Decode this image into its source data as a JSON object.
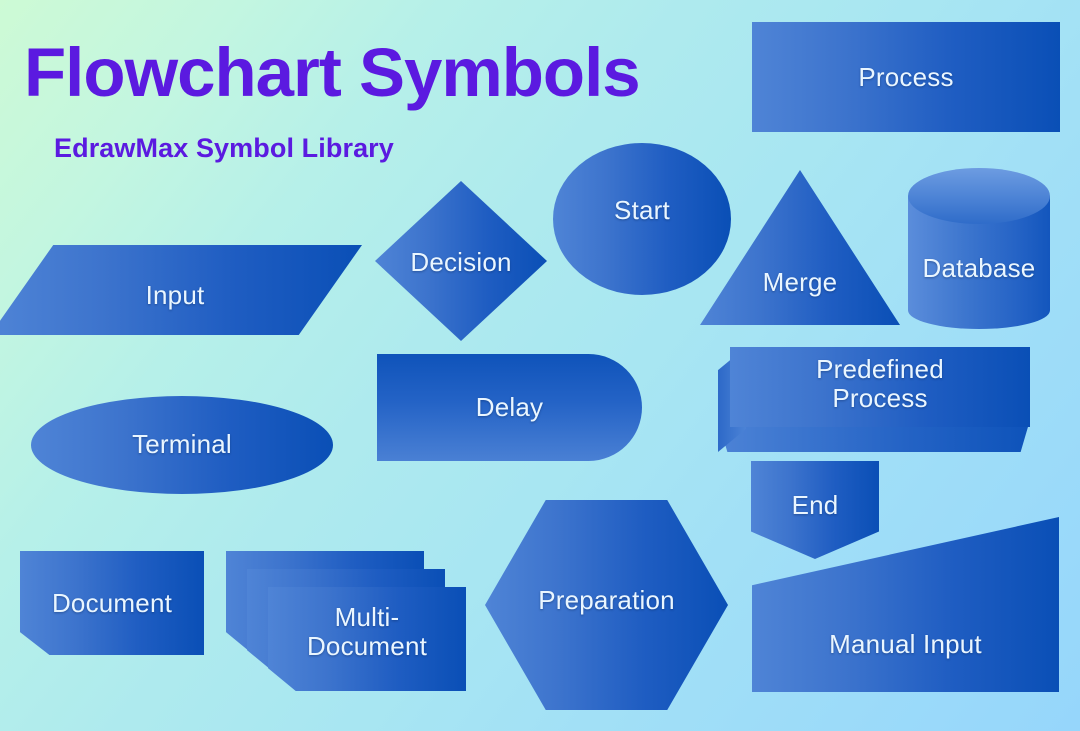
{
  "header": {
    "title": "Flowchart Symbols",
    "subtitle": "EdrawMax Symbol Library",
    "title_color": "#5b1ae0"
  },
  "theme": {
    "background_start": "#cdfad5",
    "background_mid": "#aeeaee",
    "background_end": "#96d6fb",
    "shape_fill_light": "#4f84d6",
    "shape_fill_dark": "#0a4fb6",
    "label_color": "#eaf6ff"
  },
  "symbols": [
    {
      "name": "process",
      "label": "Process",
      "shape": "rectangle"
    },
    {
      "name": "start",
      "label": "Start",
      "shape": "ellipse"
    },
    {
      "name": "merge",
      "label": "Merge",
      "shape": "triangle"
    },
    {
      "name": "database",
      "label": "Database",
      "shape": "cylinder"
    },
    {
      "name": "decision",
      "label": "Decision",
      "shape": "diamond"
    },
    {
      "name": "input",
      "label": "Input",
      "shape": "parallelogram"
    },
    {
      "name": "delay",
      "label": "Delay",
      "shape": "rounded-right-rectangle"
    },
    {
      "name": "predefined-process",
      "label": "Predefined\nProcess",
      "shape": "3d-box"
    },
    {
      "name": "terminal",
      "label": "Terminal",
      "shape": "ellipse"
    },
    {
      "name": "end",
      "label": "End",
      "shape": "down-pentagon"
    },
    {
      "name": "document",
      "label": "Document",
      "shape": "document"
    },
    {
      "name": "multi-document",
      "label": "Multi-\nDocument",
      "shape": "stacked-document"
    },
    {
      "name": "preparation",
      "label": "Preparation",
      "shape": "hexagon"
    },
    {
      "name": "manual-input",
      "label": "Manual Input",
      "shape": "slanted-trapezoid"
    }
  ]
}
